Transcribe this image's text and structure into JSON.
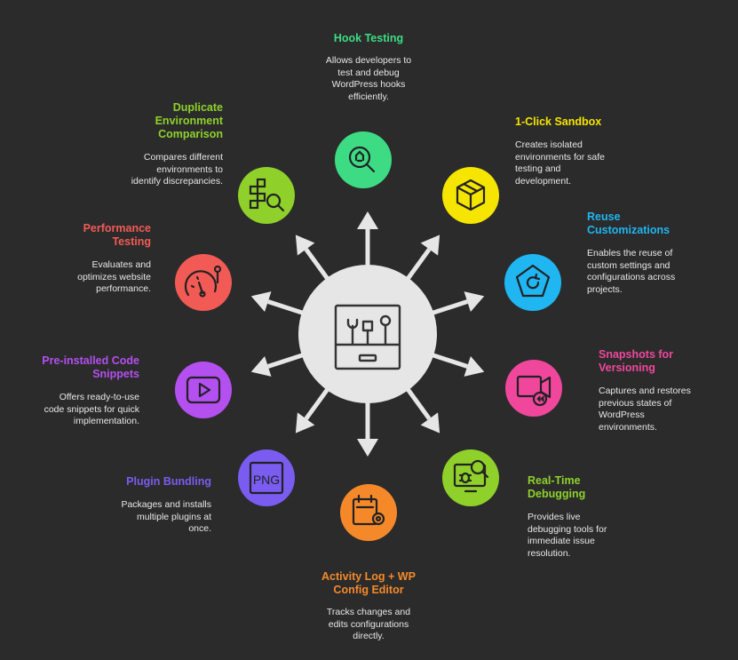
{
  "colors": {
    "background": "#2b2b2b",
    "hub": "#e6e6e6",
    "arrow": "#e6e6e6",
    "hook_testing": "#3ddc84",
    "sandbox": "#f5e500",
    "reuse": "#1fb6f2",
    "snapshots": "#f0479d",
    "realtime": "#8fd12a",
    "activity_log": "#f5892a",
    "plugin_bundling": "#7a5cf0",
    "code_snippets": "#b44ff0",
    "performance": "#f25a55",
    "duplicate_env": "#8fd12a"
  },
  "hub": {
    "icon": "toolbox-icon"
  },
  "nodes": {
    "hook_testing": {
      "icon": "search-code-icon",
      "title": "Hook Testing",
      "desc": "Allows developers to\ntest and debug\nWordPress hooks\nefficiently."
    },
    "sandbox": {
      "icon": "box-icon",
      "title": "1-Click Sandbox",
      "desc": "Creates isolated\nenvironments for safe\ntesting and\ndevelopment."
    },
    "reuse": {
      "icon": "refresh-pentagon-icon",
      "title": "Reuse\nCustomizations",
      "desc": "Enables the reuse of\ncustom settings and\nconfigurations across\nprojects."
    },
    "snapshots": {
      "icon": "video-camera-icon",
      "title": "Snapshots for\nVersioning",
      "desc": "Captures and restores\nprevious states of\nWordPress\nenvironments."
    },
    "realtime": {
      "icon": "bug-monitor-icon",
      "title": "Real-Time\nDebugging",
      "desc": "Provides live\ndebugging tools for\nimmediate issue\nresolution."
    },
    "activity_log": {
      "icon": "calendar-gear-icon",
      "title": "Activity Log + WP\nConfig Editor",
      "desc": "Tracks changes and\nedits configurations\ndirectly."
    },
    "plugin_bundling": {
      "icon": "png-file-icon",
      "title": "Plugin Bundling",
      "desc": "Packages and installs\nmultiple plugins at\nonce.",
      "icon_text": "PNG"
    },
    "code_snippets": {
      "icon": "play-button-icon",
      "title": "Pre-installed Code\nSnippets",
      "desc": "Offers ready-to-use\ncode snippets for quick\nimplementation."
    },
    "performance": {
      "icon": "speedometer-icon",
      "title": "Performance\nTesting",
      "desc": "Evaluates and\noptimizes website\nperformance."
    },
    "duplicate_env": {
      "icon": "compare-search-icon",
      "title": "Duplicate\nEnvironment\nComparison",
      "desc": "Compares different\nenvironments to\nidentify discrepancies."
    }
  }
}
